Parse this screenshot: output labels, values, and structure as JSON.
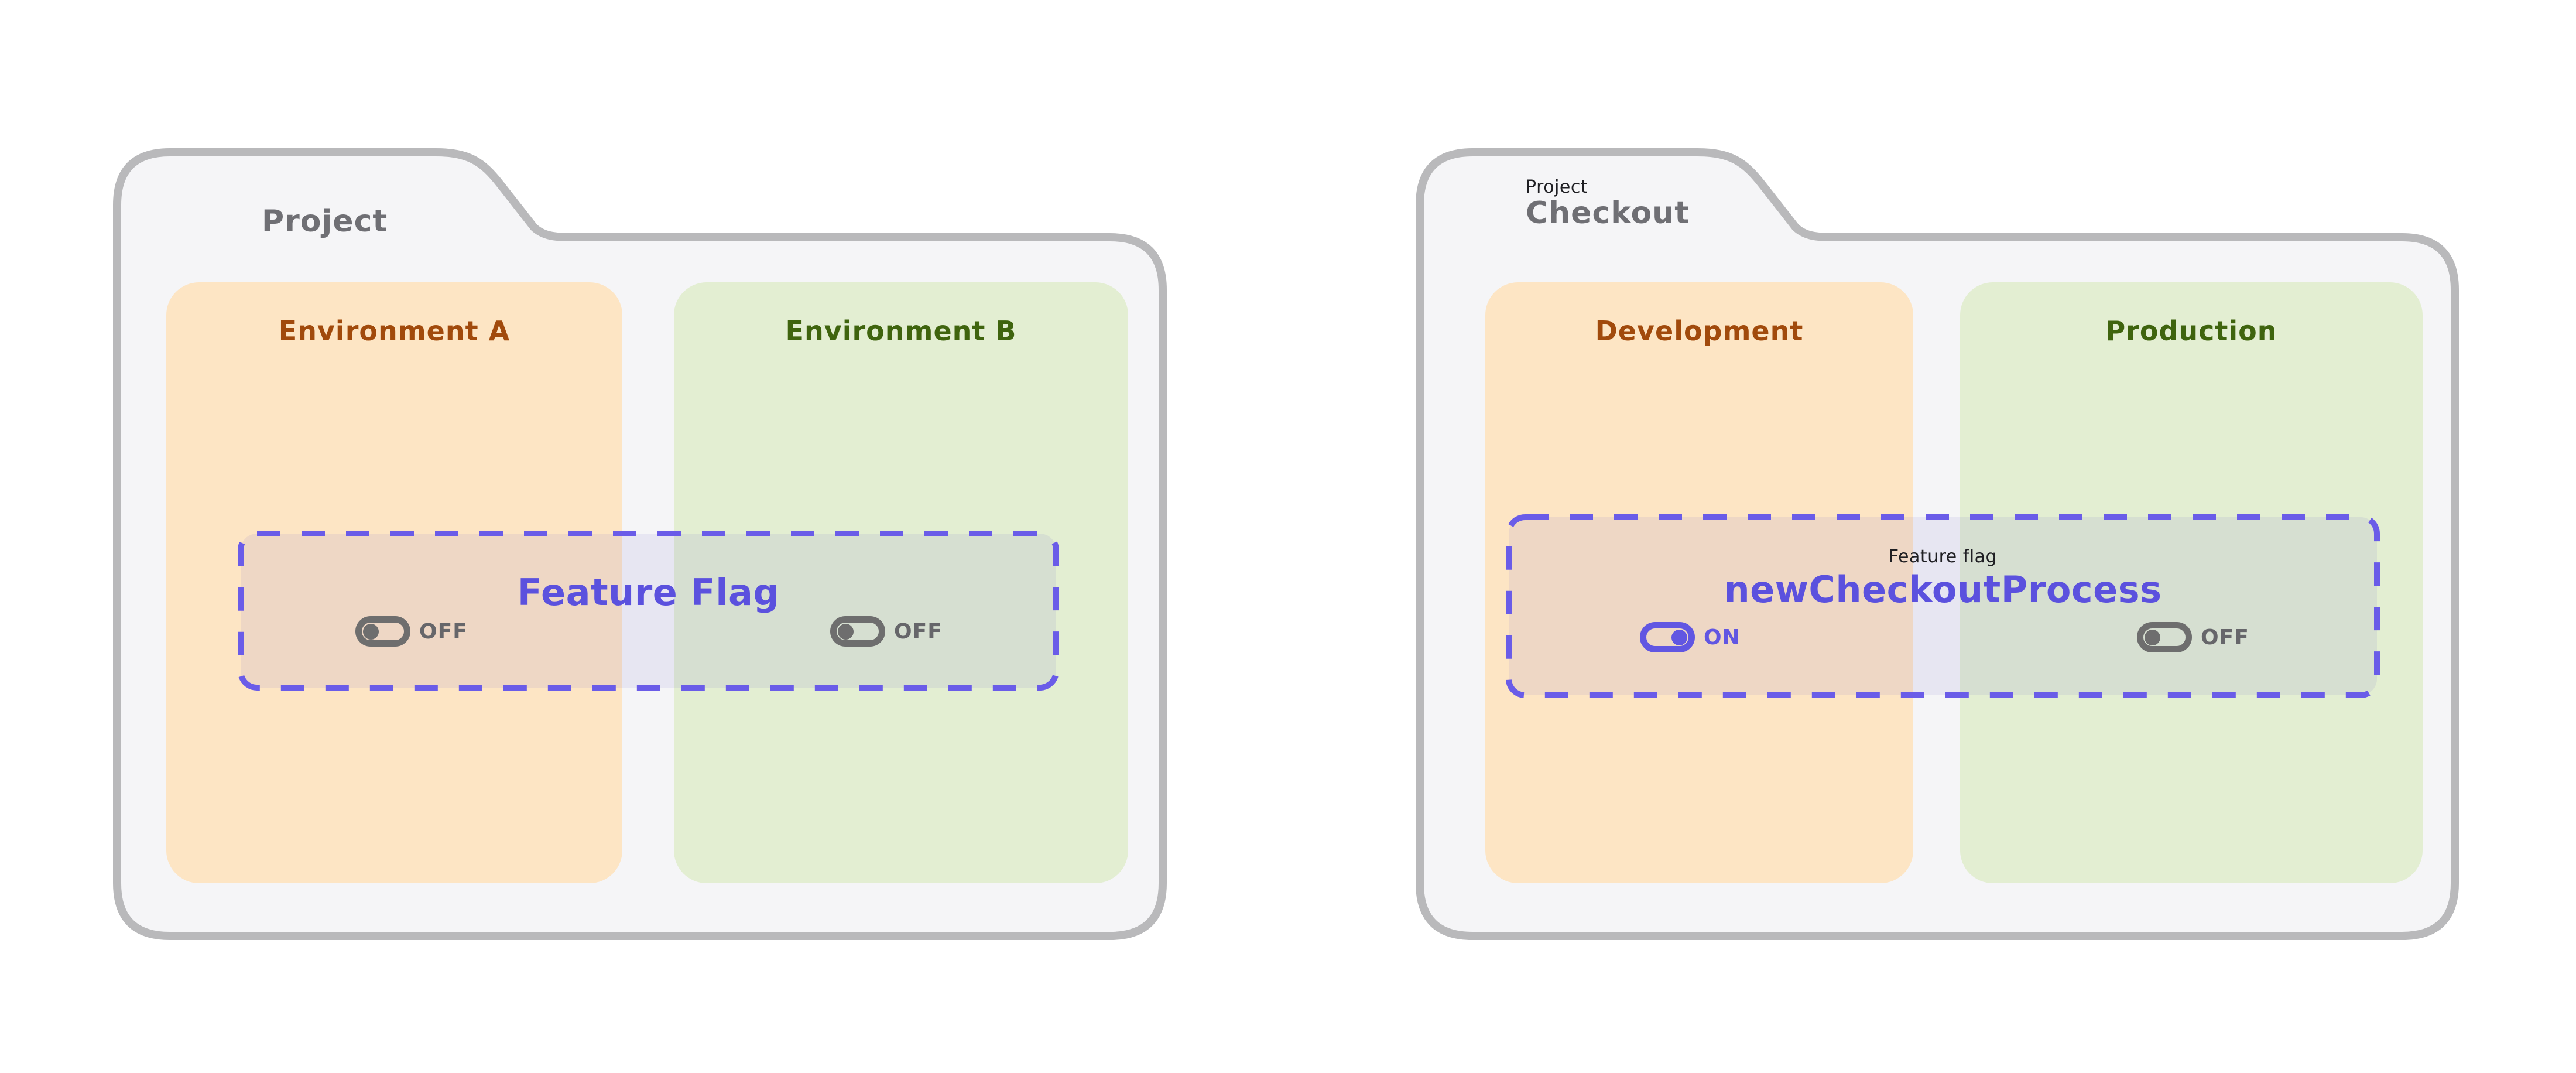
{
  "colors": {
    "background": "#ffffff",
    "folder_fill": "#f5f5f7",
    "folder_border": "#b9b9bb",
    "orange_panel": "#fde5c4",
    "orange_heading": "#a14a0c",
    "green_panel": "#e3eed2",
    "green_heading": "#3f640e",
    "flag_purple": "#6156e2",
    "dash_purple": "#6a5ce8",
    "flag_overlay": "rgba(105,94,205,0.10)",
    "toggle_gray": "#6e6e6e",
    "title_gray": "#6f6f74"
  },
  "folder_a": {
    "title": "Project",
    "env_left": {
      "name": "Environment A"
    },
    "env_right": {
      "name": "Environment B"
    },
    "flag": {
      "name": "Feature Flag",
      "toggle_left": "OFF",
      "toggle_right": "OFF"
    }
  },
  "folder_b": {
    "eyebrow": "Project",
    "title": "Checkout",
    "env_left": {
      "name": "Development"
    },
    "env_right": {
      "name": "Production"
    },
    "flag": {
      "label": "Feature flag",
      "name": "newCheckoutProcess",
      "toggle_left": "ON",
      "toggle_right": "OFF"
    }
  }
}
